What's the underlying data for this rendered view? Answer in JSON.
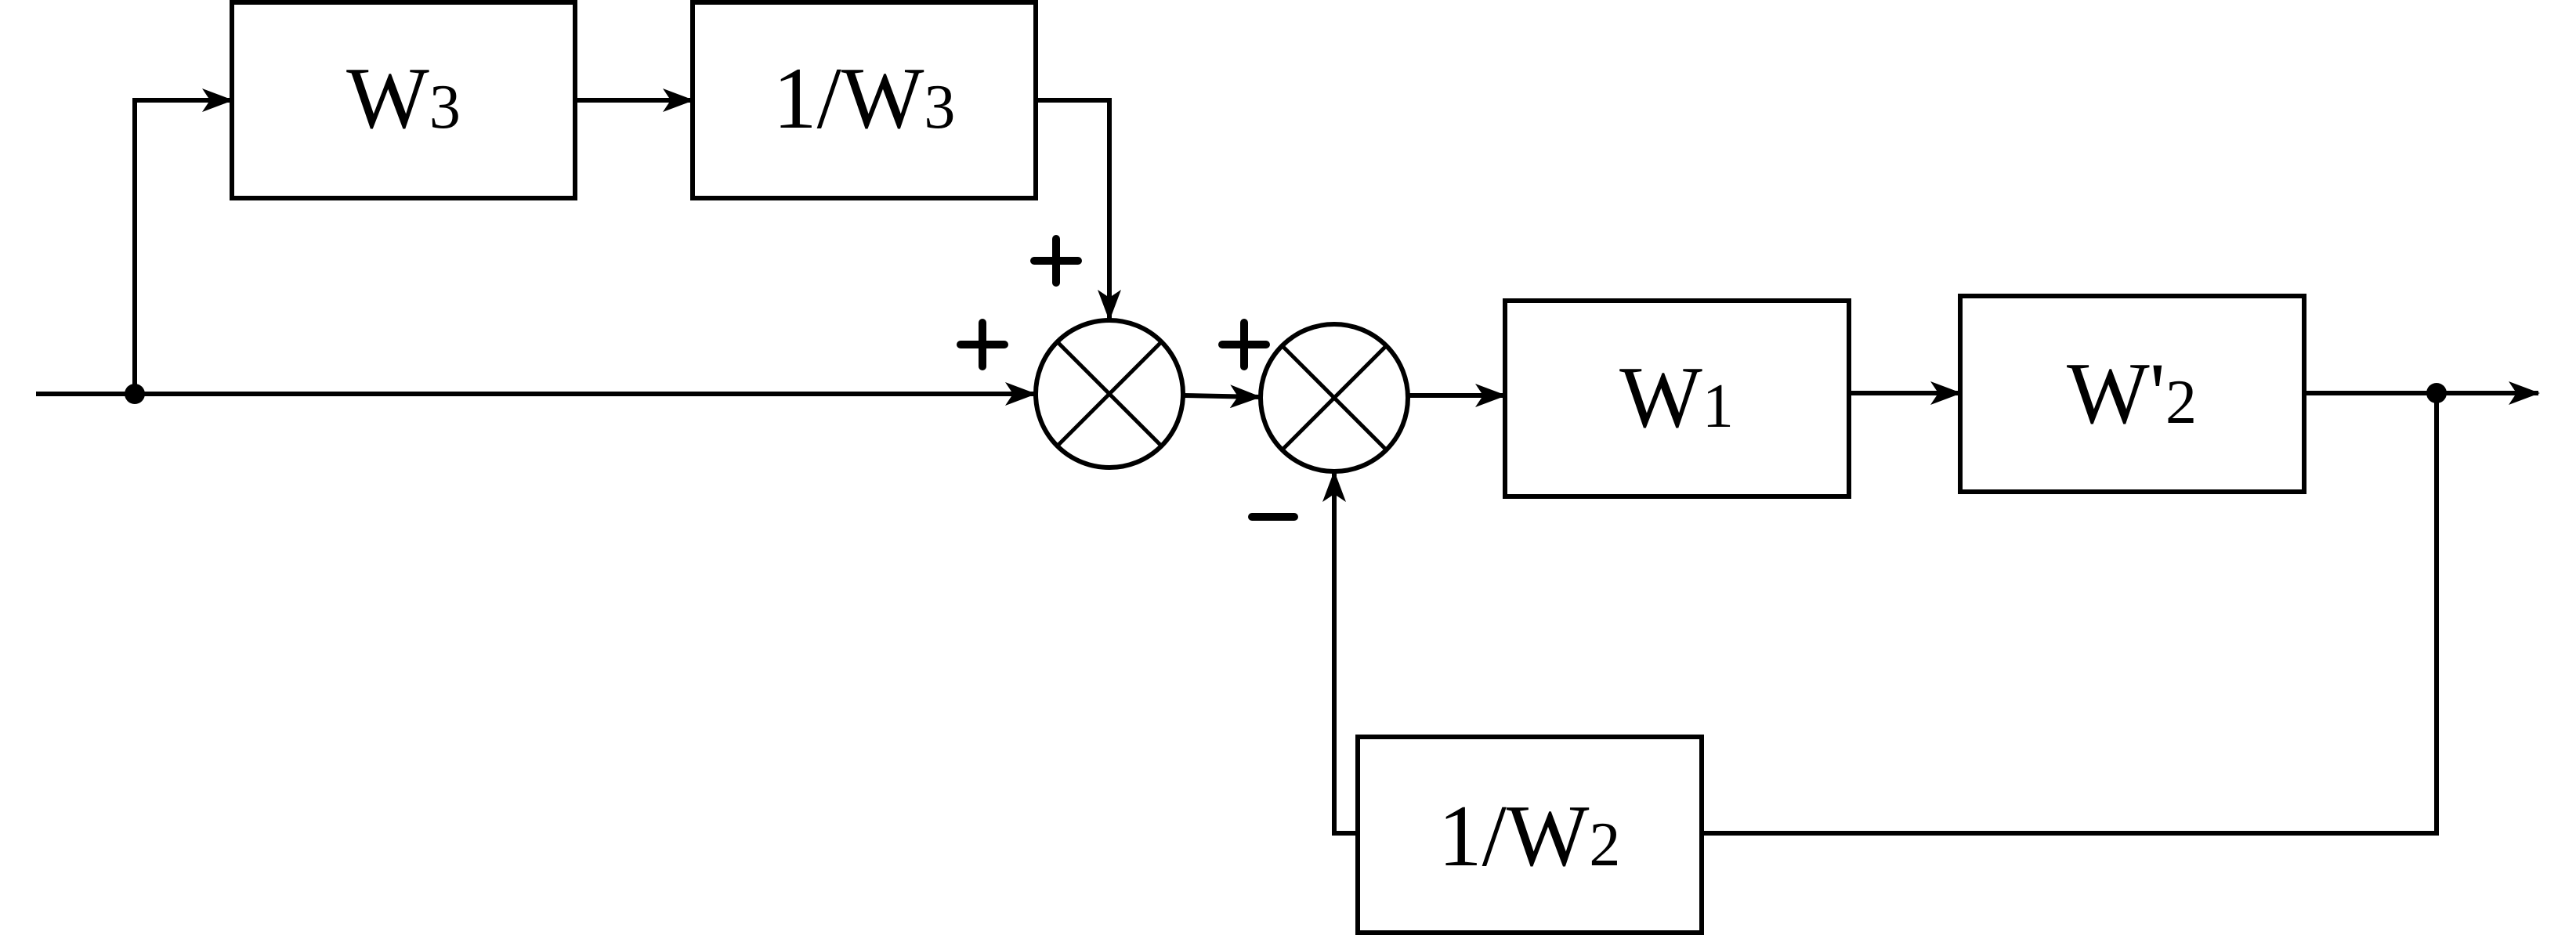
{
  "diagram": {
    "type": "block-diagram",
    "blocks": [
      {
        "id": "w3",
        "main": "W",
        "sub": "3",
        "prefix": ""
      },
      {
        "id": "inv-w3",
        "main": "W",
        "sub": "3",
        "prefix": "1/"
      },
      {
        "id": "w1",
        "main": "W",
        "sub": "1",
        "prefix": ""
      },
      {
        "id": "w2-prime",
        "main": "W'",
        "sub": "2",
        "prefix": ""
      },
      {
        "id": "inv-w2",
        "main": "W",
        "sub": "2",
        "prefix": "1/"
      }
    ],
    "summing_junctions": [
      {
        "id": "sum1",
        "inputs": [
          {
            "from": "input",
            "sign": "+"
          },
          {
            "from": "inv-w3",
            "sign": "+"
          }
        ]
      },
      {
        "id": "sum2",
        "inputs": [
          {
            "from": "sum1",
            "sign": "+"
          },
          {
            "from": "inv-w2",
            "sign": "−"
          }
        ]
      }
    ],
    "signs": {
      "sum1_top": "+",
      "sum1_left": "+",
      "sum2_left": "+",
      "sum2_bottom": "−"
    },
    "connections": [
      "input → branch-point-1",
      "branch-point-1 → W3",
      "W3 → 1/W3",
      "1/W3 → sum1 (+)",
      "branch-point-1 → sum1 (+)",
      "sum1 → sum2 (+)",
      "sum2 → W1",
      "W1 → W'2",
      "W'2 → branch-point-2 → output",
      "branch-point-2 → 1/W2",
      "1/W2 → sum2 (−)"
    ]
  }
}
